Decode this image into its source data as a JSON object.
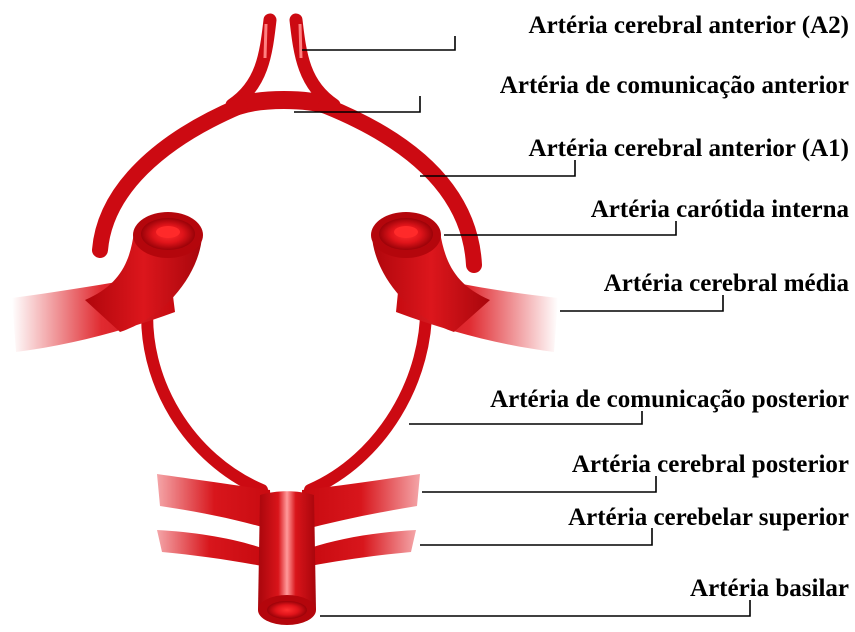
{
  "labels": {
    "aca_a2": "Artéria cerebral anterior (A2)",
    "acom": "Artéria de comunicação anterior",
    "aca_a1": "Artéria cerebral anterior (A1)",
    "ica": "Artéria carótida interna",
    "mca": "Artéria cerebral média",
    "pcom": "Artéria de comunicação posterior",
    "pca": "Artéria cerebral posterior",
    "sca": "Artéria cerebelar superior",
    "basilar": "Artéria basilar"
  },
  "colors": {
    "artery": "#cc0a12",
    "artery_light": "#ff4a4a",
    "artery_dark": "#8a0208",
    "fade_end": "#ffffff",
    "text": "#000000"
  }
}
